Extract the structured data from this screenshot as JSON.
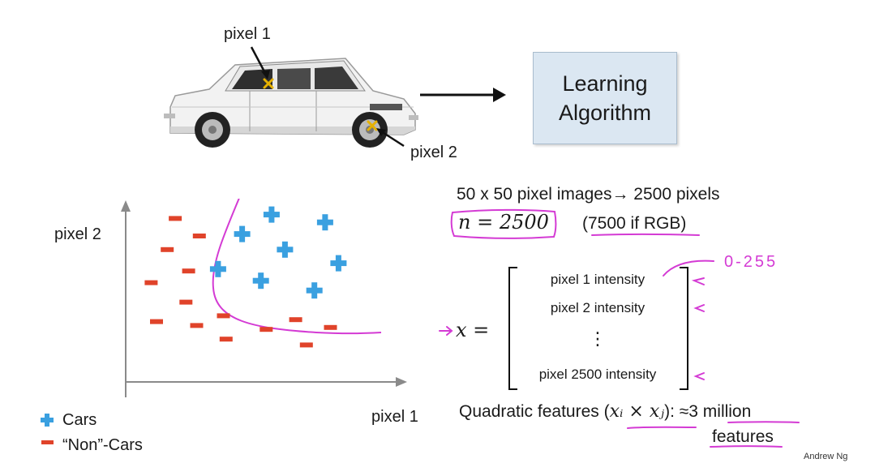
{
  "top": {
    "pixel1_label": "pixel 1",
    "pixel2_label": "pixel 2",
    "learning_box": [
      "Learning",
      "Algorithm"
    ]
  },
  "plot": {
    "ylabel": "pixel 2",
    "xlabel": "pixel 1",
    "legend": [
      {
        "symbol": "+",
        "label": "Cars",
        "color": "#3aa0e0"
      },
      {
        "symbol": "-",
        "label": "“Non”-Cars",
        "color": "#e0432a"
      }
    ]
  },
  "chart_data": {
    "type": "scatter",
    "title": "",
    "xlabel": "pixel 1",
    "ylabel": "pixel 2",
    "series": [
      {
        "name": "Cars",
        "color": "#3aa0e0",
        "points": [
          [
            5.3,
            8.6
          ],
          [
            7.3,
            8.2
          ],
          [
            4.2,
            7.6
          ],
          [
            5.8,
            6.8
          ],
          [
            7.8,
            6.1
          ],
          [
            3.3,
            5.8
          ],
          [
            4.9,
            5.2
          ],
          [
            6.9,
            4.7
          ]
        ]
      },
      {
        "name": "“Non”-Cars",
        "color": "#e0432a",
        "points": [
          [
            1.7,
            8.4
          ],
          [
            2.6,
            7.5
          ],
          [
            1.4,
            6.8
          ],
          [
            2.2,
            5.7
          ],
          [
            0.8,
            5.1
          ],
          [
            2.1,
            4.1
          ],
          [
            3.5,
            3.4
          ],
          [
            1.0,
            3.1
          ],
          [
            2.5,
            2.9
          ],
          [
            6.2,
            3.2
          ],
          [
            5.1,
            2.7
          ],
          [
            7.5,
            2.8
          ],
          [
            3.6,
            2.2
          ],
          [
            6.6,
            1.9
          ]
        ]
      }
    ],
    "decision_boundary": true
  },
  "right": {
    "pixels_line": "50 x 50 pixel images→ 2500 pixels",
    "n_eq": "n = 2500",
    "rgb_note": "(7500 if RGB)",
    "range_note": "0-255",
    "x_eq": "x =",
    "matrix_rows": [
      "pixel 1 intensity",
      "pixel 2 intensity",
      "⋮",
      "pixel 2500 intensity"
    ],
    "quadratic_prefix": "Quadratic features (",
    "quadratic_math": "xᵢ × xⱼ",
    "quadratic_suffix": "): ≈",
    "quadratic_value": "3 million",
    "quadratic_features": "features",
    "author": "Andrew Ng"
  }
}
